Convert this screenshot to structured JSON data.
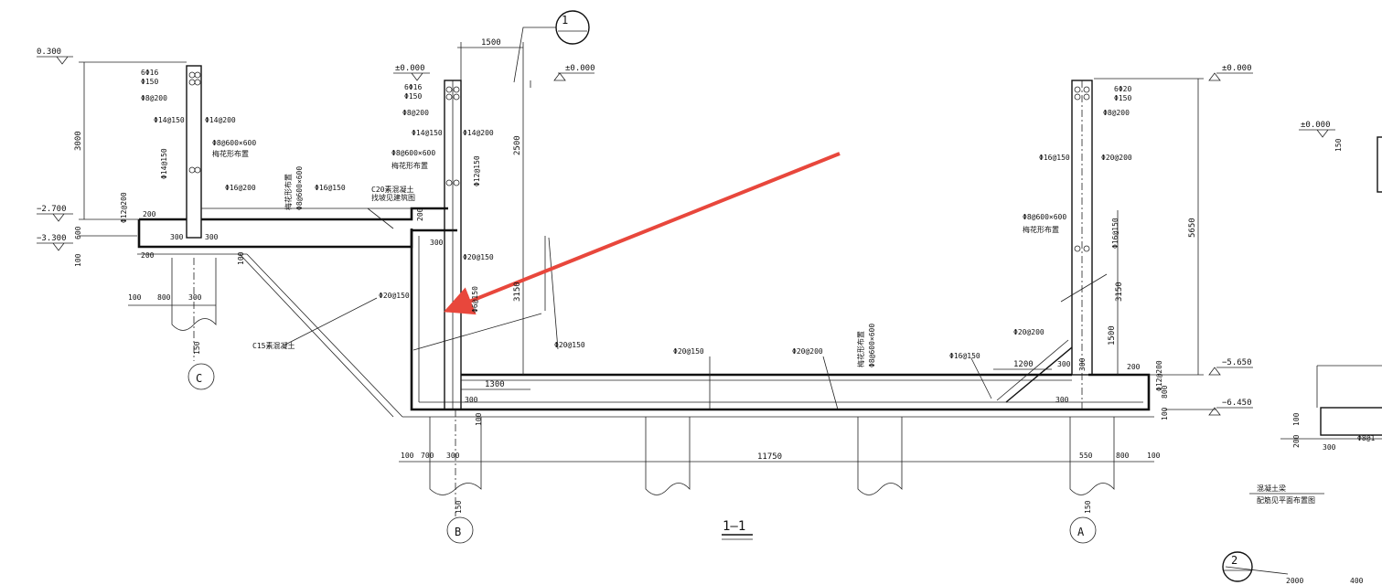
{
  "drawing": {
    "section_title": "1—1",
    "details": {
      "detail_1": "1",
      "detail_2": "2"
    },
    "axes": {
      "a": "A",
      "b": "B",
      "c": "C"
    },
    "elevations": {
      "e_0300": "0.300",
      "e_000_left": "±0.000",
      "e_000_center": "±0.000",
      "e_000_right": "±0.000",
      "e_000_far": "±0.000",
      "e_n2700": "−2.700",
      "e_n3300": "−3.300",
      "e_n5650": "−5.650",
      "e_n6450": "−6.450"
    },
    "dimensions": {
      "d1500": "1500",
      "d3000": "3000",
      "d2500": "2500",
      "d3150a": "3150",
      "d3150b": "3150",
      "d5650": "5650",
      "d1500v": "1500",
      "d1300": "1300",
      "d1200": "1200",
      "d11750": "11750",
      "d100a": "100",
      "d800a": "800",
      "d300a": "300",
      "d100b": "100",
      "d700": "700",
      "d300b": "300",
      "d550": "550",
      "d800b": "800",
      "d100c": "100",
      "d200a": "200",
      "d300c": "300",
      "d300d": "300",
      "d200b": "200",
      "d600": "600",
      "d100d": "100",
      "d100e": "100",
      "d200c": "200",
      "d300e": "300",
      "d100f": "100",
      "d300f": "300",
      "d300g": "300",
      "d300h": "300",
      "d300i": "300",
      "d200d": "200",
      "d800c": "800",
      "d100g": "100",
      "d150a": "150",
      "d150b": "150",
      "d150c": "150",
      "d2000": "2000",
      "d400": "400",
      "d150d": "150",
      "d100h": "100",
      "d200e": "200",
      "d300j": "300"
    },
    "rebar": {
      "r_l1": "6Φ16",
      "r_l2": "Φ150",
      "r_l3": "Φ8@200",
      "r_l4": "Φ14@150",
      "r_l5": "Φ14@200",
      "r_l6": "Φ8@600×600",
      "r_l6b": "梅花形布置",
      "r_l7": "Φ14@150",
      "r_l8": "Φ16@200",
      "r_l9": "Φ16@150",
      "r_l10": "Φ8@600×600",
      "r_l10b": "梅花形布置",
      "r_l11": "Φ12@200",
      "r_c1": "6Φ16",
      "r_c2": "Φ150",
      "r_c3": "Φ8@200",
      "r_c4": "Φ14@150",
      "r_c5": "Φ14@200",
      "r_c6": "Φ8@600×600",
      "r_c6b": "梅花形布置",
      "r_c7": "Φ12@150",
      "r_c8": "Φ20@150",
      "r_c9": "Φ20@150",
      "r_c10": "Φ6@150",
      "r_m1": "Φ20@150",
      "r_m2": "Φ20@150",
      "r_m3": "Φ20@200",
      "r_m4": "Φ8@600×600",
      "r_m4b": "梅花形布置",
      "r_m5": "Φ16@150",
      "r_r1": "6Φ20",
      "r_r2": "Φ150",
      "r_r3": "Φ8@200",
      "r_r4": "Φ16@150",
      "r_r5": "Φ20@200",
      "r_r6": "Φ8@600×600",
      "r_r6b": "梅花形布置",
      "r_r7": "Φ16@150",
      "r_r8": "Φ20@200",
      "r_r9": "Φ12@200",
      "r_far": "Φ8@1"
    },
    "notes": {
      "n_c20a": "C20素混凝土",
      "n_c20b": "找坡见建筑图",
      "n_c15": "C15素混凝土",
      "n_beam": "混凝土梁",
      "n_beam2": "配筋见平面布置图"
    },
    "colors": {
      "arrow": "#e8473c",
      "ink": "#111111"
    }
  }
}
